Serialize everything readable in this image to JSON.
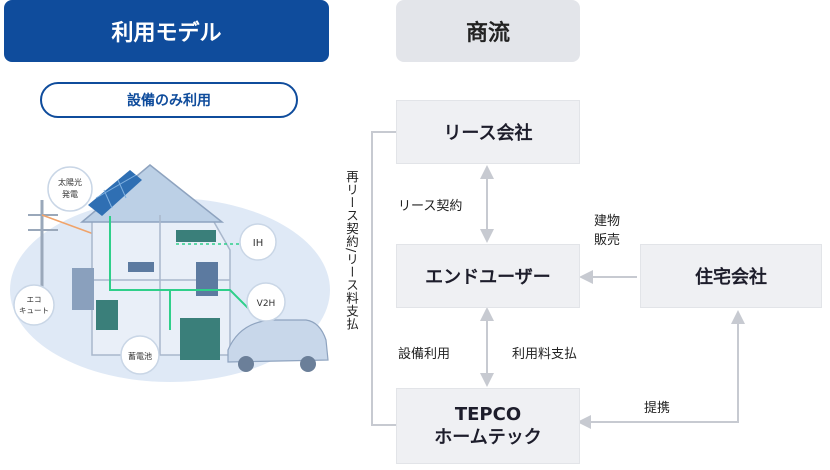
{
  "left_header": "利用モデル",
  "right_header": "商流",
  "model_pill": "設備のみ利用",
  "house_labels": {
    "solar": "太陽光\n発電",
    "ih": "IH",
    "ecocute": "エコ\nキュート",
    "v2h": "V2H",
    "battery": "蓄電池"
  },
  "nodes": {
    "lease_company": "リース会社",
    "end_user": "エンドユーザー",
    "housing_company": "住宅会社",
    "tepco_line1": "TEPCO",
    "tepco_line2": "ホームテック"
  },
  "edges": {
    "lease_contract": "リース契約",
    "building_sale_line1": "建物",
    "building_sale_line2": "販売",
    "equipment_use": "設備利用",
    "fee_payment": "利用料支払",
    "partnership": "提携",
    "relese": "再リース契約/リース料支払"
  },
  "colors": {
    "primary": "#0f4c9c",
    "header_gray": "#e3e5ea",
    "node_bg": "#eff0f3",
    "connector": "#c7cad1",
    "house_bg": "#dfe9f6"
  }
}
